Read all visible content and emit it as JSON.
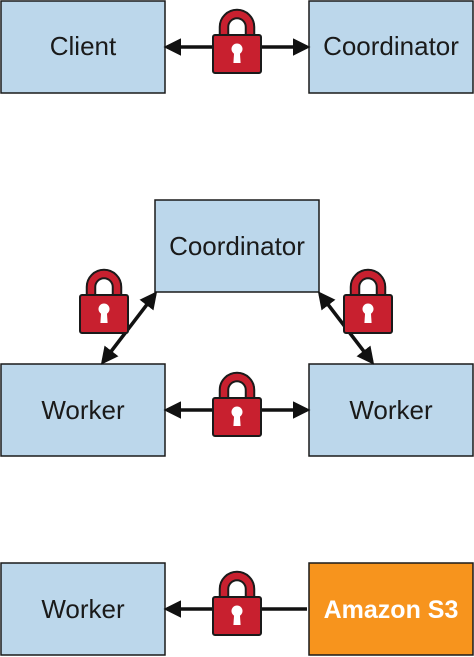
{
  "colors": {
    "node_fill": "#bcd7eb",
    "node_stroke": "#1a1a1a",
    "s3_fill": "#f7941d",
    "lock_fill": "#c8202f",
    "arrow": "#111111"
  },
  "icons": {
    "lock": "padlock-icon"
  },
  "diagram_1": {
    "client": "Client",
    "coordinator": "Coordinator"
  },
  "diagram_2": {
    "coordinator": "Coordinator",
    "worker_left": "Worker",
    "worker_right": "Worker"
  },
  "diagram_3": {
    "worker": "Worker",
    "s3": "Amazon S3"
  }
}
